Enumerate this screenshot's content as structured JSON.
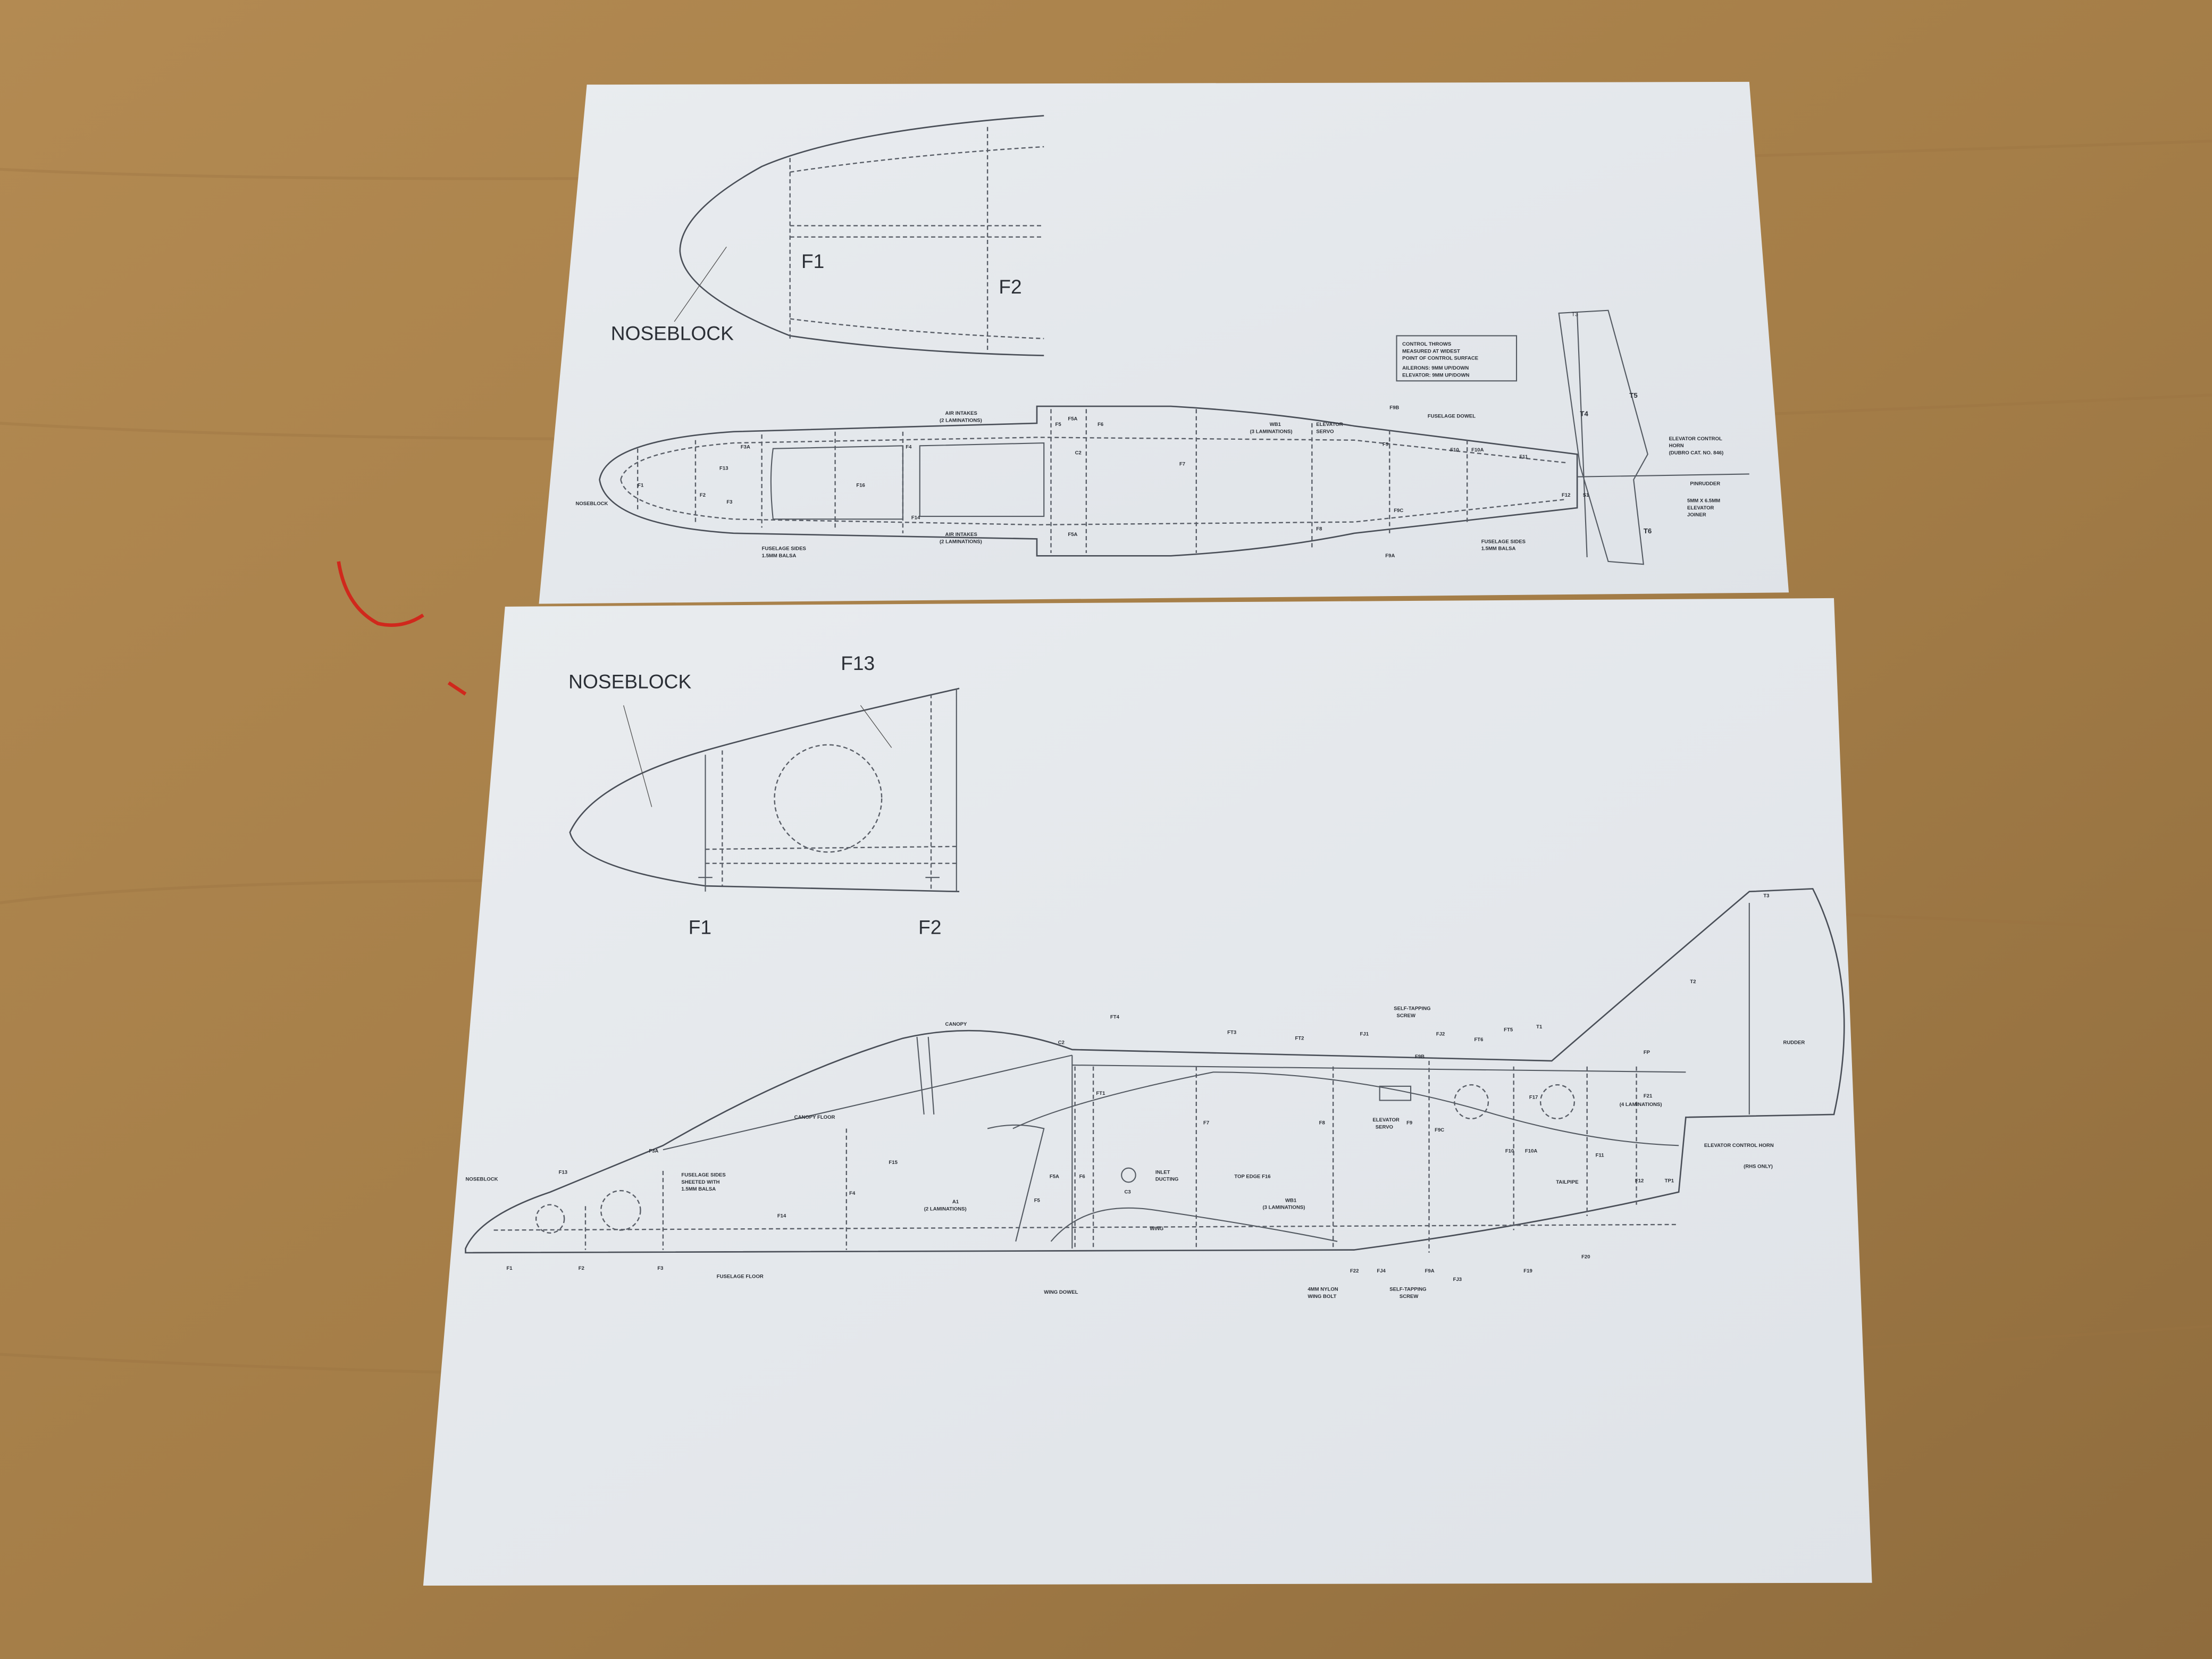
{
  "colors": {
    "table": "#a8824c",
    "paper": "#eef0f2",
    "ink": "#2b2f36",
    "marker": "#d0281c"
  },
  "top_sheet": {
    "nose_detail": {
      "noseblock": "NOSEBLOCK",
      "f1": "F1",
      "f2": "F2"
    },
    "control_throws": [
      "CONTROL THROWS",
      "MEASURED AT WIDEST",
      "POINT OF CONTROL SURFACE",
      "AILERONS: 9MM UP/DOWN",
      "ELEVATOR: 9MM UP/DOWN"
    ],
    "plan": {
      "air_intakes_top": "AIR INTAKES",
      "air_intakes_top_2": "(2 LAMINATIONS)",
      "air_intakes_bottom": "AIR INTAKES",
      "air_intakes_bottom_2": "(2 LAMINATIONS)",
      "noseblock": "NOSEBLOCK",
      "fuselage_sides": "FUSELAGE SIDES",
      "fuselage_sides_2": "1.5MM BALSA",
      "fuselage_sides_rear": "FUSELAGE SIDES",
      "fuselage_sides_rear_2": "1.5MM BALSA",
      "f1": "F1",
      "f2": "F2",
      "f3": "F3",
      "f3a": "F3A",
      "f13": "F13",
      "f4": "F4",
      "f16": "F16",
      "f14": "F14",
      "f5": "F5",
      "f5a": "F5A",
      "f5a_b": "F5A",
      "f6": "F6",
      "c2": "C2",
      "f7": "F7",
      "f8": "F8",
      "wb1": "WB1",
      "wb1_2": "(3 LAMINATIONS)",
      "elevator_servo": "ELEVATOR",
      "elevator_servo_2": "SERVO",
      "f9b": "F9B",
      "fuselage_dowel": "FUSELAGE DOWEL",
      "f9": "F9",
      "f9c": "F9C",
      "f9a": "F9A",
      "f10": "F10",
      "f10a": "F10A",
      "f11": "F11",
      "f12": "F12",
      "s1": "S1",
      "t3": "T3",
      "t4": "T4",
      "t5": "T5",
      "t6": "T6",
      "horn": "ELEVATOR CONTROL",
      "horn_2": "HORN",
      "horn_3": "(DUBRO CAT. NO. 846)",
      "pinrudder": "PINRUDDER",
      "joiner": "5MM X 6.5MM",
      "joiner_2": "ELEVATOR",
      "joiner_3": "JOINER"
    }
  },
  "bottom_sheet": {
    "nose_detail": {
      "noseblock": "NOSEBLOCK",
      "f13": "F13",
      "f1": "F1",
      "f2": "F2"
    },
    "side": {
      "canopy": "CANOPY",
      "c2": "C2",
      "ft4": "FT4",
      "ft3": "FT3",
      "ft2": "FT2",
      "self_tapping_top": "SELF-TAPPING",
      "self_tapping_top_2": "SCREW",
      "fj1": "FJ1",
      "fj2": "FJ2",
      "f9b": "F9B",
      "ft6": "FT6",
      "ft5": "FT5",
      "t1": "T1",
      "t3": "T3",
      "t2": "T2",
      "fp": "FP",
      "rudder": "RUDDER",
      "f21": "F21",
      "f21_2": "(4 LAMINATIONS)",
      "horn": "ELEVATOR CONTROL HORN",
      "rhs": "(RHS ONLY)",
      "canopy_floor": "CANOPY FLOOR",
      "f15": "F15",
      "f3a": "F3A",
      "sides": "FUSELAGE SIDES",
      "sides_2": "SHEETED WITH",
      "sides_3": "1.5MM BALSA",
      "f13": "F13",
      "noseblock": "NOSEBLOCK",
      "f14": "F14",
      "f4": "F4",
      "f1": "F1",
      "f2": "F2",
      "f3": "F3",
      "floor": "FUSELAGE FLOOR",
      "ft1": "FT1",
      "f7": "F7",
      "f8": "F8",
      "servo": "ELEVATOR",
      "servo_2": "SERVO",
      "f9": "F9",
      "f9c": "F9C",
      "f17": "F17",
      "f10": "F10",
      "f10a": "F10A",
      "f11": "F11",
      "tailpipe": "TAILPIPE",
      "f12": "F12",
      "tp1": "TP1",
      "f5a": "F5A",
      "f6": "F6",
      "inlet": "INLET",
      "inlet_2": "DUCTING",
      "c3": "C3",
      "a1": "A1",
      "a1_2": "(2 LAMINATIONS)",
      "f5": "F5",
      "top_edge": "TOP EDGE F16",
      "wb1": "WB1",
      "wb1_2": "(3 LAMINATIONS)",
      "wing": "WING",
      "f22": "F22",
      "fj4": "FJ4",
      "f9a": "F9A",
      "fj3": "FJ3",
      "f19": "F19",
      "f20": "F20",
      "wing_dowel": "WING DOWEL",
      "bolt": "4MM NYLON",
      "bolt_2": "WING BOLT",
      "self_tapping_bottom": "SELF-TAPPING",
      "self_tapping_bottom_2": "SCREW"
    }
  }
}
